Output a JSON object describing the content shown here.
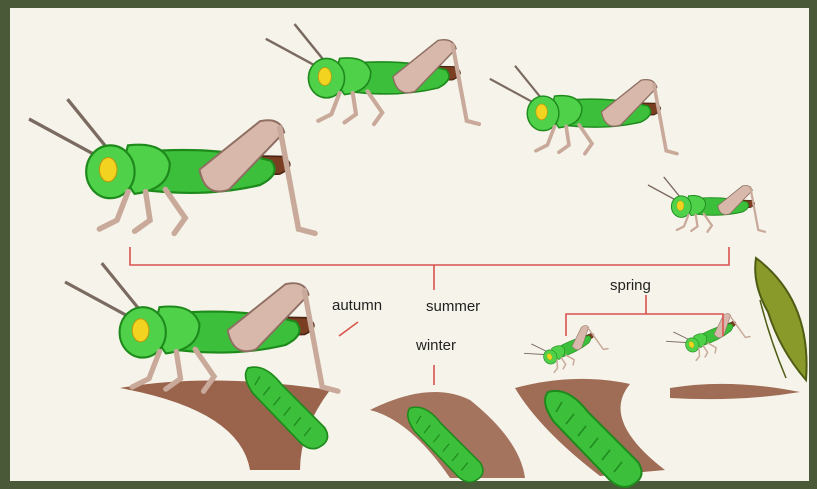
{
  "labels": {
    "autumn": "autumn",
    "summer": "summer",
    "winter": "winter",
    "spring": "spring"
  },
  "colors": {
    "body_green": "#3cbf3a",
    "dark_green": "#1e8a1c",
    "wing_brown": "#7a3e22",
    "leg_tan": "#c9aa9a",
    "eye_yellow": "#f2d31f",
    "connector_red": "#d9534f",
    "soil_brown": "#8a4a30"
  }
}
